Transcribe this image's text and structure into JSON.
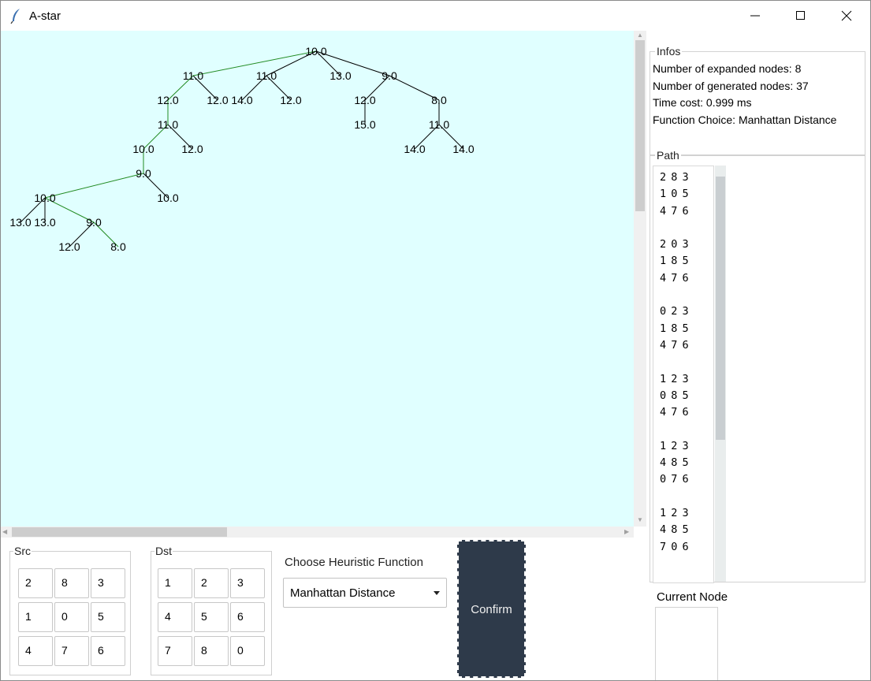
{
  "window": {
    "title": "A-star"
  },
  "tree": {
    "nodes": [
      {
        "id": "n1",
        "label": "10.0"
      },
      {
        "id": "n2",
        "label": "11.0"
      },
      {
        "id": "n3",
        "label": "11.0"
      },
      {
        "id": "n4",
        "label": "13.0"
      },
      {
        "id": "n5",
        "label": "9.0"
      },
      {
        "id": "n6",
        "label": "12.0"
      },
      {
        "id": "n7",
        "label": "12.0"
      },
      {
        "id": "n8",
        "label": "14.0"
      },
      {
        "id": "n9",
        "label": "12.0"
      },
      {
        "id": "n10",
        "label": "12.0"
      },
      {
        "id": "n11",
        "label": "8.0"
      },
      {
        "id": "n12",
        "label": "11.0"
      },
      {
        "id": "n13",
        "label": "15.0"
      },
      {
        "id": "n14",
        "label": "11.0"
      },
      {
        "id": "n15",
        "label": "10.0"
      },
      {
        "id": "n16",
        "label": "12.0"
      },
      {
        "id": "n17",
        "label": "14.0"
      },
      {
        "id": "n18",
        "label": "14.0"
      },
      {
        "id": "n19",
        "label": "9.0"
      },
      {
        "id": "n20",
        "label": "10.0"
      },
      {
        "id": "n21",
        "label": "10.0"
      },
      {
        "id": "n22",
        "label": "13.0"
      },
      {
        "id": "n23",
        "label": "13.0"
      },
      {
        "id": "n24",
        "label": "9.0"
      },
      {
        "id": "n25",
        "label": "12.0"
      },
      {
        "id": "n26",
        "label": "8.0"
      }
    ],
    "path_color": "#228b22",
    "edge_color": "#000000"
  },
  "infos": {
    "legend": "Infos",
    "expanded": "Number of expanded nodes: 8",
    "generated": "Number of generated nodes: 37",
    "time": "Time cost: 0.999 ms",
    "function": "Function Choice: Manhattan Distance"
  },
  "path": {
    "legend": "Path",
    "text": "2 8 3\n1 0 5\n4 7 6\n\n2 0 3\n1 8 5\n4 7 6\n\n0 2 3\n1 8 5\n4 7 6\n\n1 2 3\n0 8 5\n4 7 6\n\n1 2 3\n4 8 5\n0 7 6\n\n1 2 3\n4 8 5\n7 0 6"
  },
  "current_node": {
    "label": "Current Node"
  },
  "src": {
    "legend": "Src",
    "cells": [
      "2",
      "8",
      "3",
      "1",
      "0",
      "5",
      "4",
      "7",
      "6"
    ]
  },
  "dst": {
    "legend": "Dst",
    "cells": [
      "1",
      "2",
      "3",
      "4",
      "5",
      "6",
      "7",
      "8",
      "0"
    ]
  },
  "heuristic": {
    "label": "Choose Heuristic Function",
    "selected": "Manhattan Distance"
  },
  "confirm": {
    "label": "Confirm"
  },
  "colors": {
    "canvas_bg": "#e0ffff",
    "confirm_bg": "#2e3a4a"
  }
}
